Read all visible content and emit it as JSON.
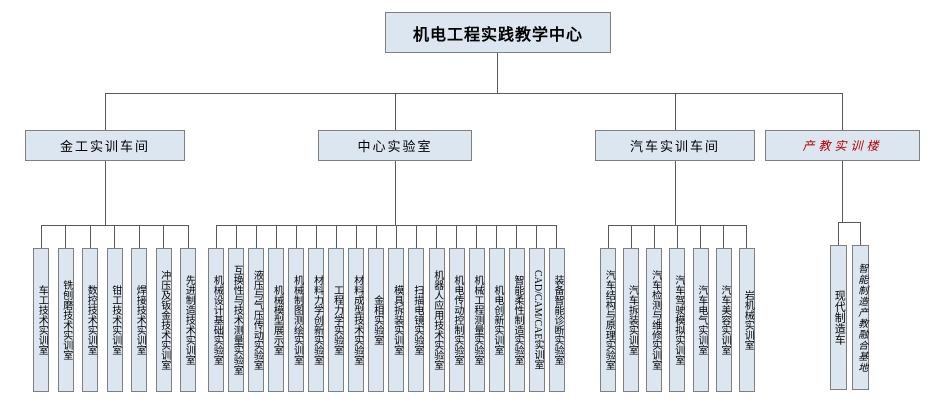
{
  "root": {
    "label": "机电工程实践教学中心"
  },
  "branches": [
    {
      "label": "金工实训车间",
      "leaves": [
        "车工技术实训室",
        "铣刨磨技术实训室",
        "数控技术实训室",
        "钳工技术实训室",
        "焊接技术实训室",
        "冲压及钣金技术实训室",
        "先进制造技术实训室"
      ]
    },
    {
      "label": "中心实验室",
      "leaves": [
        "机械设计基础实验室",
        "互换性与技术测量实验室",
        "液压与气压传动实验室",
        "机械模型展示室",
        "机械制图测绘实训室",
        "材料力学创新实验室",
        "工程力学实验室",
        "材料成型技术实验室",
        "金相实验室",
        "模具拆装实训室",
        "扫描电镜实验室",
        "机器人应用技术实验室",
        "机电传动控制实验室",
        "机械工程测量实验室",
        "机电创新实训室",
        "智能柔性制造实验室",
        "CAD/CAM/CAE实训室",
        "装备智能诊断实验室"
      ]
    },
    {
      "label": "汽车实训车间",
      "leaves": [
        "汽车结构与原理实验室",
        "汽车拆装实训室",
        "汽车检测与维修实训室",
        "汽车驾驶模拟实训室",
        "汽车电气实训室",
        "汽车美容实训室",
        "岩机械实训室"
      ]
    },
    {
      "label": "产教实训楼",
      "leaves": [
        "现代制造车",
        "智能制造产教融合基地"
      ]
    }
  ],
  "colors": {
    "box_fill": "#dce6f1",
    "box_border": "#7f7f7f",
    "line": "#595959",
    "accent_red": "#b30000",
    "text": "#000000"
  }
}
